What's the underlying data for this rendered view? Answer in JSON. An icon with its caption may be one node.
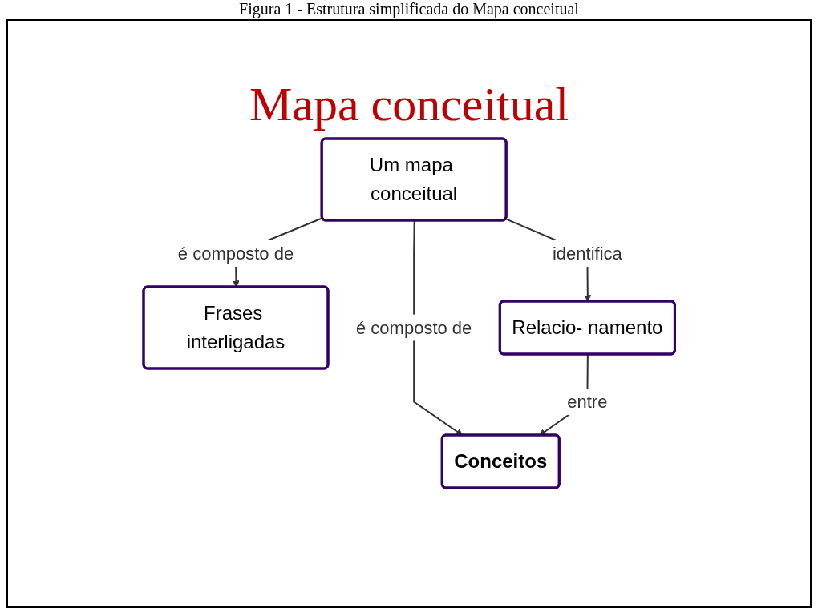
{
  "diagram": {
    "caption": "Figura 1 - Estrutura simplificada do Mapa conceitual",
    "title": "Mapa conceitual",
    "nodes": [
      {
        "text": [
          "Um mapa conceitual"
        ]
      },
      {
        "text": [
          "Frases interligadas"
        ]
      },
      {
        "text": [
          "Relacio- namento"
        ]
      },
      {
        "text": [
          "Conceitos"
        ]
      }
    ],
    "edges": [
      {
        "from": 0,
        "to": 1,
        "arrow": "to",
        "label": "é composto de"
      },
      {
        "from": 0,
        "to": 3,
        "arrow": "to",
        "label": "é composto de"
      },
      {
        "from": 0,
        "to": 2,
        "arrow": "to",
        "label": "identifica"
      },
      {
        "from": 2,
        "to": 3,
        "arrow": "to",
        "label": "entre"
      }
    ]
  }
}
